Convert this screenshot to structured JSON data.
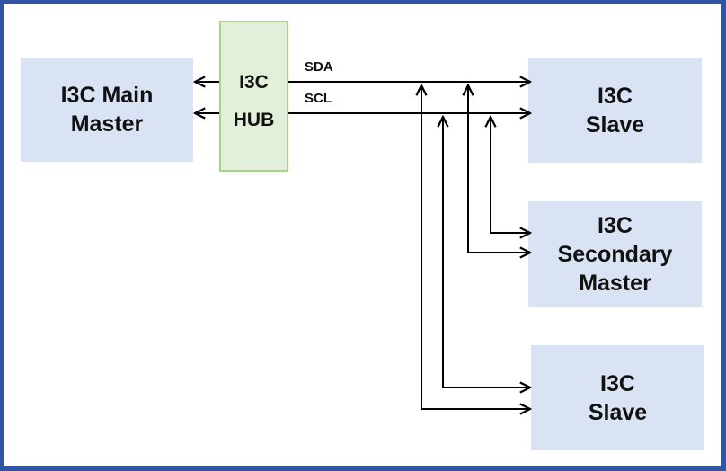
{
  "diagram": {
    "main_master": {
      "line1": "I3C Main",
      "line2": "Master"
    },
    "hub": {
      "line1": "I3C",
      "line2": "HUB"
    },
    "bus_labels": {
      "sda": "SDA",
      "scl": "SCL"
    },
    "slave_top": {
      "line1": "I3C",
      "line2": "Slave"
    },
    "secondary_master": {
      "line1": "I3C",
      "line2": "Secondary",
      "line3": "Master"
    },
    "slave_bottom": {
      "line1": "I3C",
      "line2": "Slave"
    },
    "colors": {
      "frame": "#2f55a4",
      "device_fill": "#dae3f3",
      "hub_fill": "#e2f0d9",
      "hub_border": "#a9d18e",
      "line": "#000000"
    }
  }
}
